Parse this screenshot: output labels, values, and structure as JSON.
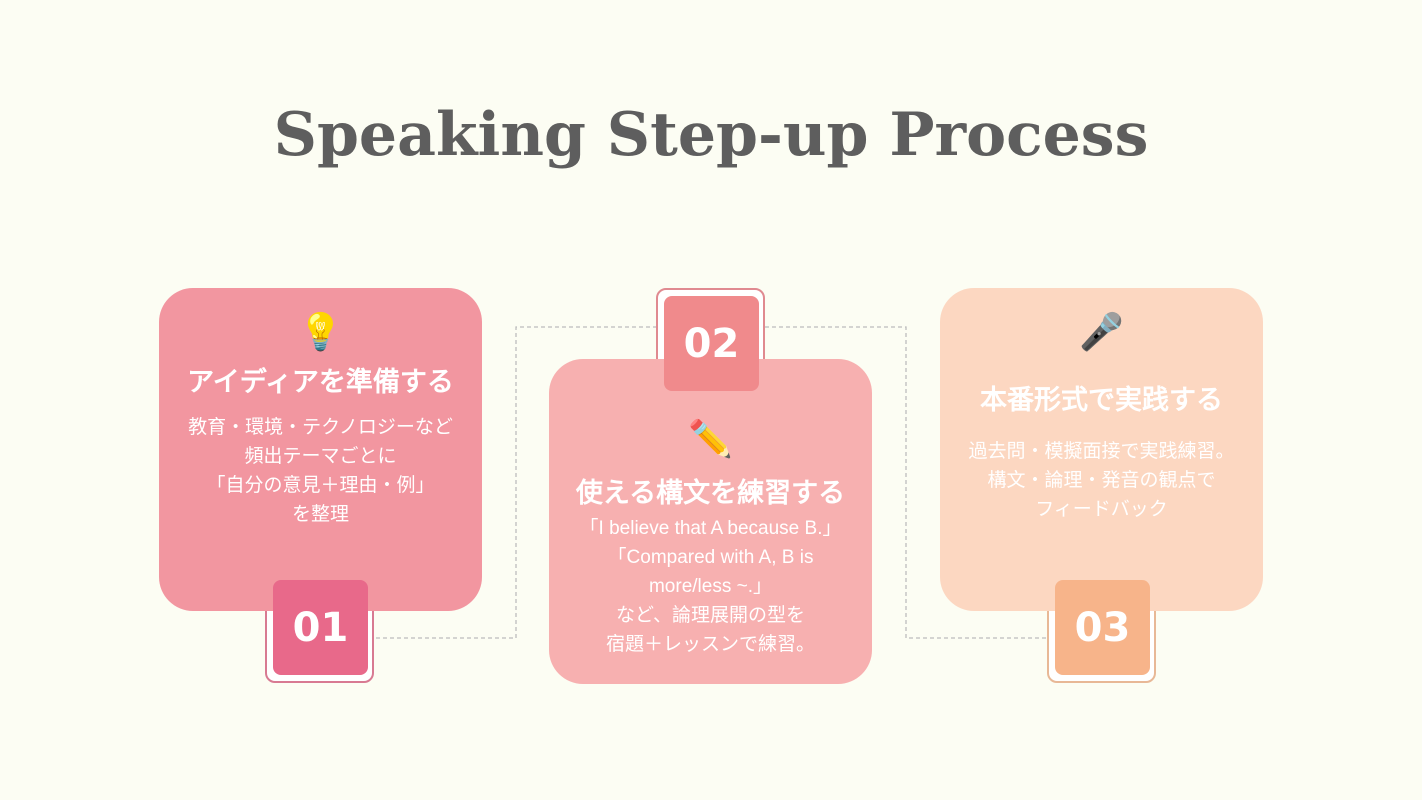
{
  "title": "Speaking Step-up Process",
  "colors": {
    "background": "#fcfdf3",
    "title": "#5e5e5e",
    "card1": "#f296a0",
    "badge1": "#e8698a",
    "card2": "#f7b0b0",
    "badge2": "#f08a8c",
    "card3": "#fcd7c1",
    "badge3": "#f7b48a"
  },
  "steps": [
    {
      "number": "01",
      "icon": "lightbulb-icon",
      "icon_glyph": "💡",
      "heading": "アイディアを準備する",
      "lines": [
        "教育・環境・テクノロジーなど",
        "頻出テーマごとに",
        "「自分の意見＋理由・例」",
        "を整理"
      ]
    },
    {
      "number": "02",
      "icon": "pencil-icon",
      "icon_glyph": "✏️",
      "heading": "使える構文を練習する",
      "lines": [
        "「I believe that A because B.」",
        "「Compared with A, B is",
        "more/less ~.」",
        "など、論理展開の型を",
        "宿題＋レッスンで練習。"
      ]
    },
    {
      "number": "03",
      "icon": "microphone-icon",
      "icon_glyph": "🎤",
      "heading": "本番形式で実践する",
      "lines": [
        "過去問・模擬面接で実践練習。",
        "構文・論理・発音の観点で",
        "フィードバック"
      ]
    }
  ]
}
